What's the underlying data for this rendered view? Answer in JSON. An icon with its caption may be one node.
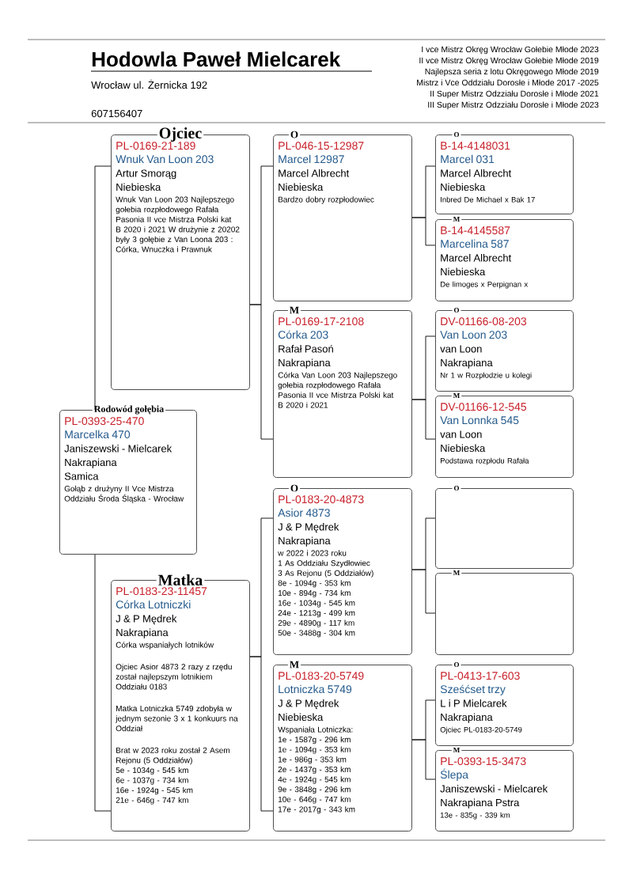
{
  "diagram": {
    "title": "Hodowla Paweł Mielcarek",
    "nodes": [
      {
        "text": [
          "Rodowód gołębia",
          "PL-0393-25-470",
          "Marcelka 470",
          "Janiszewski - Mielcarek",
          "Nakrapiana",
          "Samica",
          "Gołąb z drużyny II Vce Mistrza Oddziału Środa Śląska - Wrocław"
        ]
      },
      {
        "text": [
          "Ojciec",
          "PL-0169-21-189",
          "Wnuk Van Loon 203",
          "Artur Smorąg",
          "Niebieska",
          "Wnuk Van Loon 203 Najlepszego gołebia rozpłodowego Rafała Pasonia II vce Mistrza Polski kat B 2020 i 2021 W drużynie z 20202 były 3 gołębie z Van Loona 203 : Córka, Wnuczka i Prawnuk"
        ]
      },
      {
        "text": [
          "Matka",
          "PL-0183-23-11457",
          "Córka Lotniczki",
          "J & P Mędrek",
          "Nakrapiana",
          "Córka wspaniałych lotników",
          "Ojciec Asior 4873 2 razy z rzędu został najlepszym lotnikiem Oddziału 0183",
          "Matka Lotniczka 5749 zdobyła w jednym sezonie 3 x 1 konkuurs na Oddział",
          "Brat w 2023 roku został 2 Asem Rejonu (5 Oddziałów)",
          "5e - 1034g - 545 km",
          "6e - 1037g - 734 km",
          "16e - 1924g - 545 km",
          "21e -   646g - 747 km"
        ]
      },
      {
        "text": [
          "O",
          "PL-046-15-12987",
          "Marcel 12987",
          "Marcel Albrecht",
          "Niebieska",
          "Bardzo dobry rozpłodowiec"
        ]
      },
      {
        "text": [
          "M",
          "PL-0169-17-2108",
          "Córka 203",
          "Rafał Pasoń",
          "Nakrapiana",
          "Córka Van Loon 203 Najlepszego gołebia rozpłodowego Rafała Pasonia II vce Mistrza Polski kat B 2020 i 2021"
        ]
      },
      {
        "text": [
          "O",
          "PL-0183-20-4873",
          "Asior 4873",
          "J & P Mędrek",
          "Nakrapiana",
          "w 2022  i 2023 roku",
          "1 As Oddziału Szydłowiec",
          "3 As Rejonu (5 Oddziałów)",
          "8e - 1094g - 353 km",
          "10e - 894g - 734 km",
          "16e - 1034g - 545 km",
          "24e - 1213g - 499 km",
          "29e - 4890g - 117 km",
          "50e - 3488g - 304 km"
        ]
      },
      {
        "text": [
          "M",
          "PL-0183-20-5749",
          "Lotniczka 5749",
          "J & P Mędrek",
          "Niebieska",
          "Wspaniała Lotniczka:",
          "1e - 1587g - 296 km",
          "1e - 1094g - 353 km",
          "1e -   986g - 353 km",
          "2e - 1437g - 353 km",
          "4e - 1924g - 545 km",
          "9e - 3848g - 296 km",
          "10e - 646g - 747 km",
          "17e - 2017g - 343 km"
        ]
      },
      {
        "text": [
          "O",
          "B-14-4148031",
          "Marcel 031",
          "Marcel Albrecht",
          "Niebieska",
          "Inbred De Michael x Bak 17"
        ]
      },
      {
        "text": [
          "M",
          "B-14-4145587",
          "Marcelina 587",
          "Marcel Albrecht",
          "Niebieska",
          "De limoges x Perpignan x"
        ]
      },
      {
        "text": [
          "O",
          "DV-01166-08-203",
          "Van Loon 203",
          "van Loon",
          "Nakrapiana",
          "Nr 1 w Rozpłodzie u kolegi"
        ]
      },
      {
        "text": [
          "M",
          "DV-01166-12-545",
          "Van Lonnka 545",
          "van Loon",
          "Niebieska",
          "Podstawa rozpłodu Rafała"
        ]
      },
      {
        "text": [
          "O"
        ]
      },
      {
        "text": [
          "M"
        ]
      },
      {
        "text": [
          "O",
          "PL-0413-17-603",
          "Sześćset trzy",
          "L i P Mielcarek",
          "Nakrapiana",
          "Ojciec PL-0183-20-5749"
        ]
      },
      {
        "text": [
          "M",
          "PL-0393-15-3473",
          "Ślepa",
          "Janiszewski - Mielcarek",
          "Nakrapiana Pstra",
          "13e - 835g - 339 km"
        ]
      }
    ],
    "edges": [
      {
        "from": 0,
        "to": 1,
        "arrow": "none"
      },
      {
        "from": 0,
        "to": 2,
        "arrow": "none"
      },
      {
        "from": 1,
        "to": 3,
        "arrow": "none"
      },
      {
        "from": 1,
        "to": 4,
        "arrow": "none"
      },
      {
        "from": 2,
        "to": 5,
        "arrow": "none"
      },
      {
        "from": 2,
        "to": 6,
        "arrow": "none"
      },
      {
        "from": 3,
        "to": 7,
        "arrow": "none"
      },
      {
        "from": 3,
        "to": 8,
        "arrow": "none"
      },
      {
        "from": 4,
        "to": 9,
        "arrow": "none"
      },
      {
        "from": 4,
        "to": 10,
        "arrow": "none"
      },
      {
        "from": 5,
        "to": 11,
        "arrow": "none"
      },
      {
        "from": 5,
        "to": 12,
        "arrow": "none"
      },
      {
        "from": 6,
        "to": 13,
        "arrow": "none"
      },
      {
        "from": 6,
        "to": 14,
        "arrow": "none"
      }
    ],
    "labels": [
      "Wrocław ul. Żernicka 192",
      "607156407",
      "I vce Mistrz Okręg Wrocław Gołebie Młode 2023",
      "II vce Mistrz Okręg Wrocław Gołebie Młode 2019",
      "Najlepsza seria z lotu Okręgowego Młode 2019",
      "Mistrz i Vce Oddziału Dorosłe i Młode  2017 -2025",
      "II Super Mistrz Odzziału Dorosłe i Młode 2021",
      "III Super Mistrz Odzziału Dorosłe i Młode 2023"
    ]
  }
}
